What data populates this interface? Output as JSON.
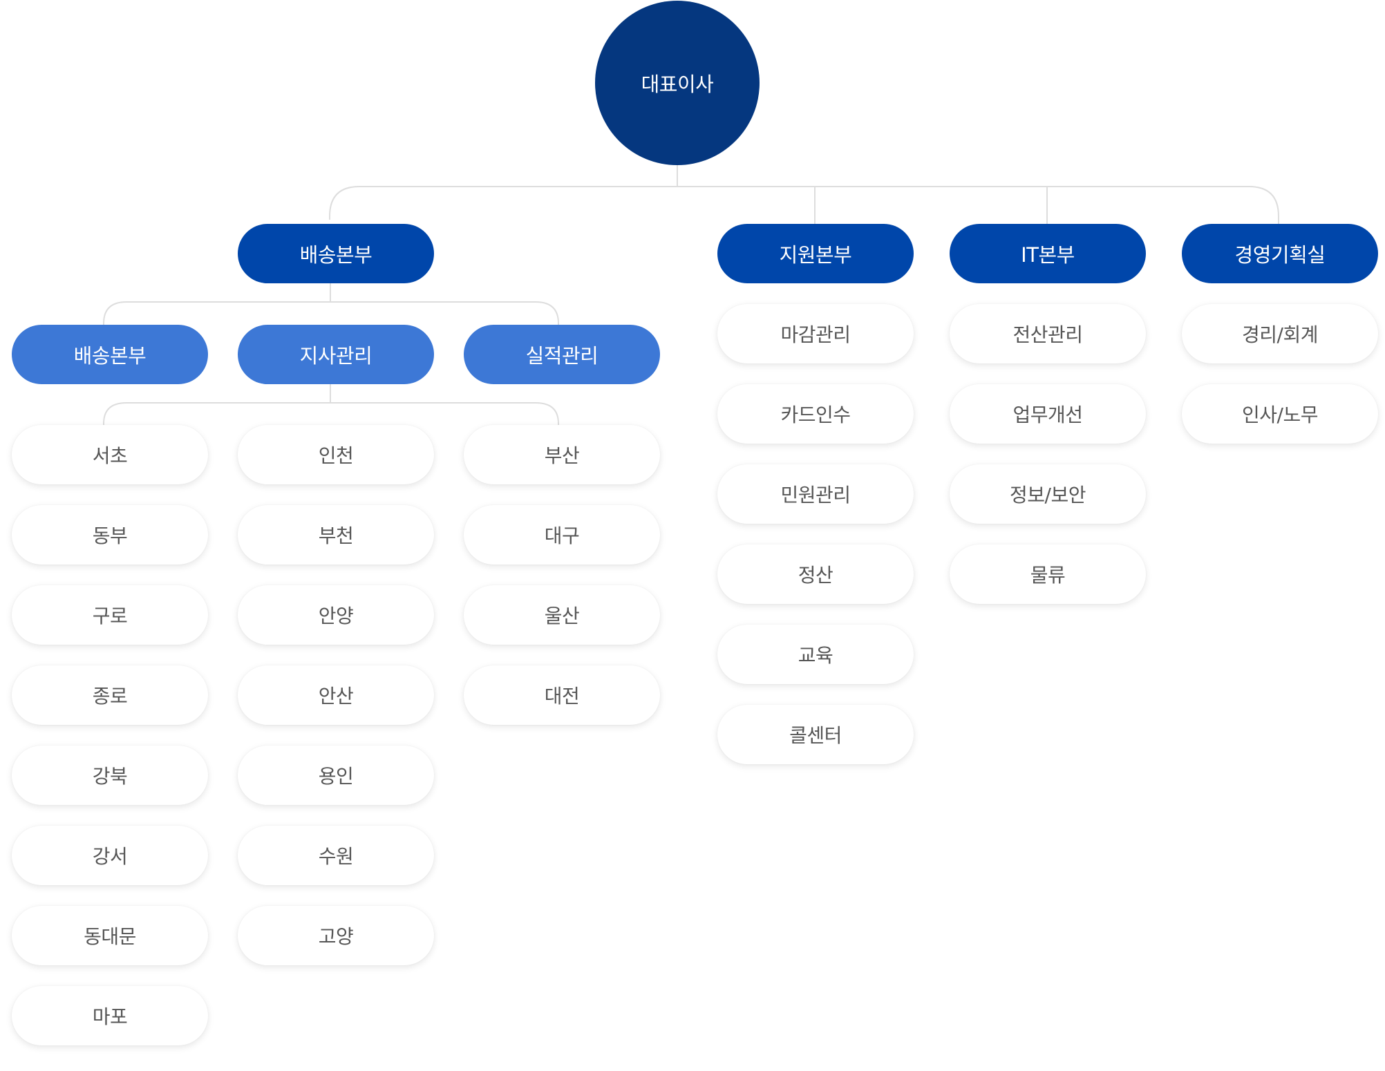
{
  "ceo": {
    "label": "대표이사"
  },
  "departments": {
    "delivery": {
      "label": "배송본부"
    },
    "support": {
      "label": "지원본부"
    },
    "it": {
      "label": "IT본부"
    },
    "planning": {
      "label": "경영기획실"
    }
  },
  "delivery_subunits": {
    "delivery": {
      "label": "배송본부"
    },
    "branch": {
      "label": "지사관리"
    },
    "performance": {
      "label": "실적관리"
    }
  },
  "delivery_regions": [
    "서초",
    "동부",
    "구로",
    "종로",
    "강북",
    "강서",
    "동대문",
    "마포"
  ],
  "branch_regions": [
    "인천",
    "부천",
    "안양",
    "안산",
    "용인",
    "수원",
    "고양"
  ],
  "performance_regions": [
    "부산",
    "대구",
    "울산",
    "대전"
  ],
  "support_items": [
    "마감관리",
    "카드인수",
    "민원관리",
    "정산",
    "교육",
    "콜센터"
  ],
  "it_items": [
    "전산관리",
    "업무개선",
    "정보/보안",
    "물류"
  ],
  "planning_items": [
    "경리/회계",
    "인사/노무"
  ],
  "colors": {
    "ceo": "#05377f",
    "department": "#0046aa",
    "subunit": "#3d78d6",
    "item_text": "#555555",
    "connector": "#dddddd"
  }
}
